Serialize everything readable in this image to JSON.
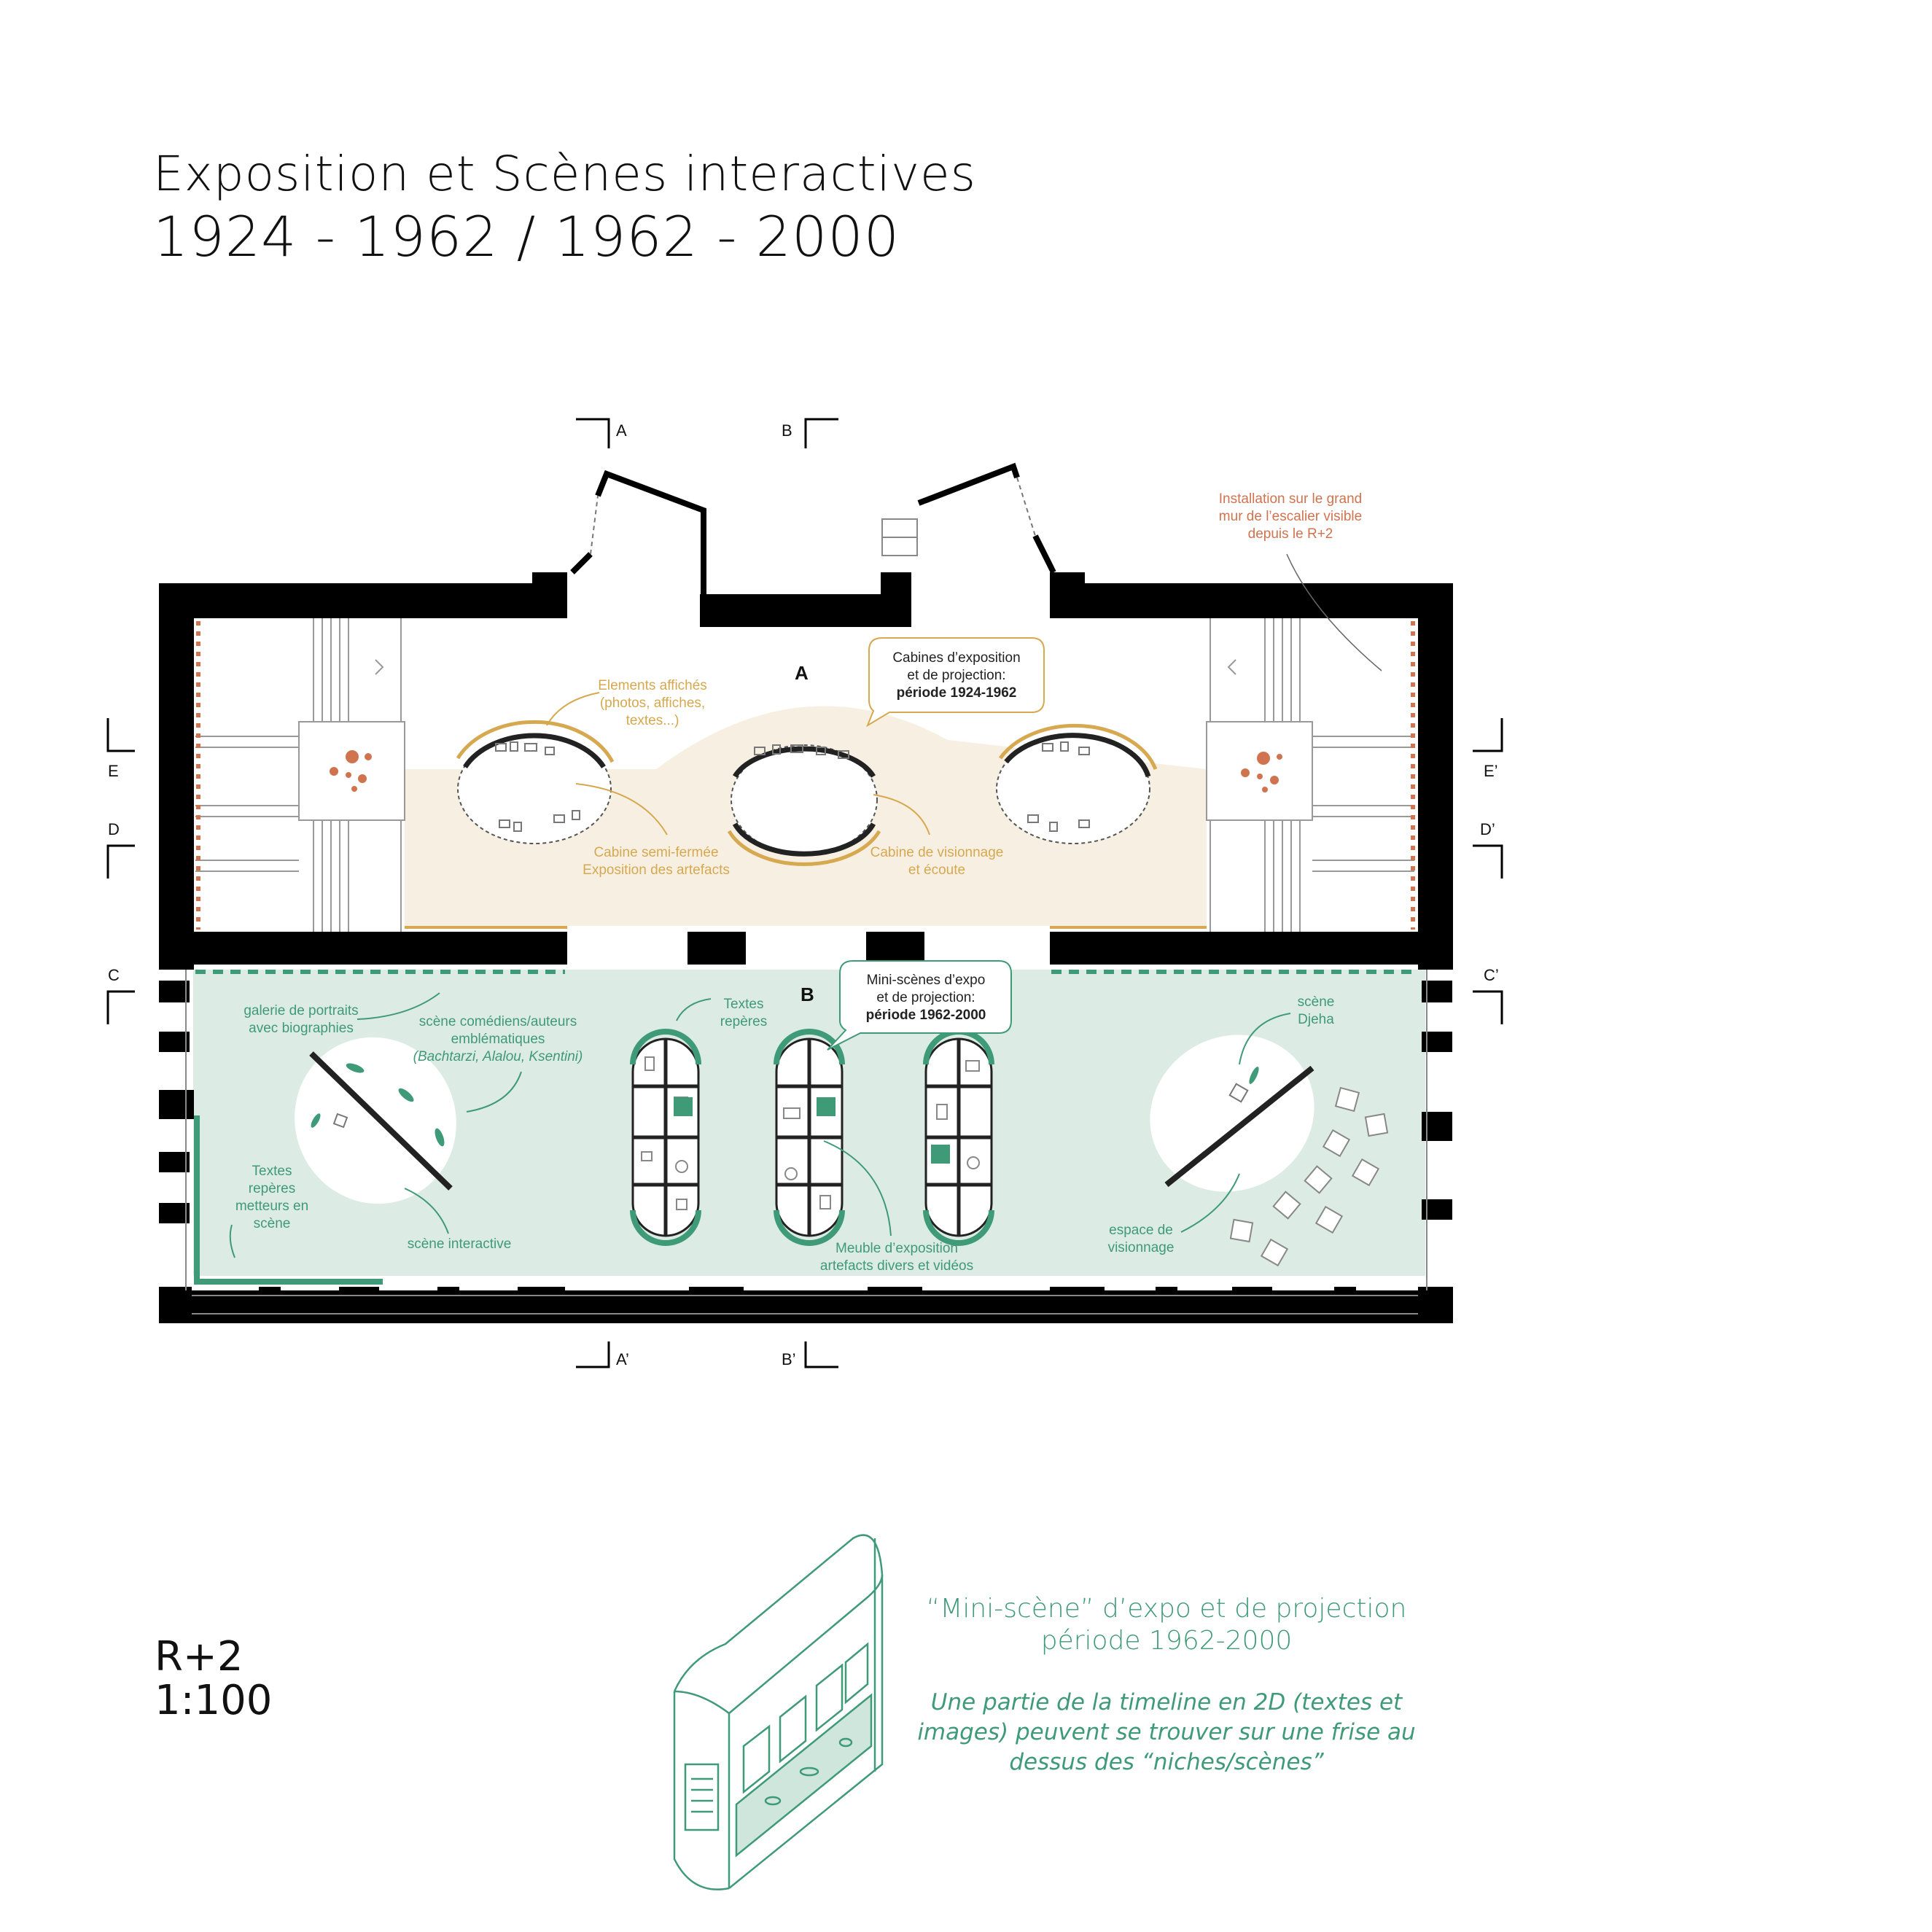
{
  "title": {
    "line1": "Exposition et Scènes interactives",
    "line2": "1924 - 1962  /  1962 - 2000"
  },
  "level": "R+2",
  "scale": "1:100",
  "section_marks": {
    "a": "A",
    "a_prime": "A’",
    "b": "B",
    "b_prime": "B’",
    "c": "C",
    "c_prime": "C’",
    "d": "D",
    "d_prime": "D’",
    "e": "E",
    "e_prime": "E’"
  },
  "zones": {
    "zone_a": "A",
    "zone_b": "B"
  },
  "labels_top": {
    "installation": [
      "Installation sur le grand",
      "mur de l’escalier visible",
      "depuis le R+2"
    ],
    "elements_affiches": [
      "Elements affichés",
      "(photos, affiches,",
      "textes...)"
    ],
    "cabines_callout": [
      "Cabines d’exposition",
      "et de projection:"
    ],
    "cabines_callout_bold": "période 1924-1962",
    "cabine_semi_fermee": [
      "Cabine semi-fermée",
      "Exposition des artefacts"
    ],
    "cabine_visionnage": [
      "Cabine de visionnage",
      "et écoute"
    ]
  },
  "labels_bottom": {
    "mini_scenes_callout": [
      "Mini-scènes d’expo",
      "et de projection:"
    ],
    "mini_scenes_callout_bold": "période 1962-2000",
    "galerie": [
      "galerie de portraits",
      "avec biographies"
    ],
    "scene_comediens": [
      "scène comédiens/auteurs",
      "emblématiques"
    ],
    "scene_comediens_names": "(Bachtarzi, Alalou, Ksentini)",
    "textes_reperes": [
      "Textes",
      "repères"
    ],
    "textes_metteurs": [
      "Textes",
      "repères",
      "metteurs en",
      "scène"
    ],
    "scene_interactive": "scène interactive",
    "meuble": [
      "Meuble d’exposition",
      "artefacts divers et vidéos"
    ],
    "scene_djeha": [
      "scène",
      "Djeha"
    ],
    "espace_visionnage": [
      "espace de",
      "visionnage"
    ]
  },
  "caption": {
    "title_line1": "“Mini-scène” d’expo et de projection",
    "title_line2": "période 1962-2000",
    "text_line1": "Une partie de la timeline en 2D (textes et",
    "text_line2": "images) peuvent se trouver sur une frise au",
    "text_line3": "dessus des “niches/scènes”"
  },
  "colors": {
    "wall": "#000000",
    "zone_a_fill": "#f7f0e2",
    "zone_b_fill": "#dcebe4",
    "accent_gold": "#d6a84f",
    "accent_green": "#3f9a78",
    "accent_terracotta": "#d0734f",
    "line_grey": "#999999"
  }
}
